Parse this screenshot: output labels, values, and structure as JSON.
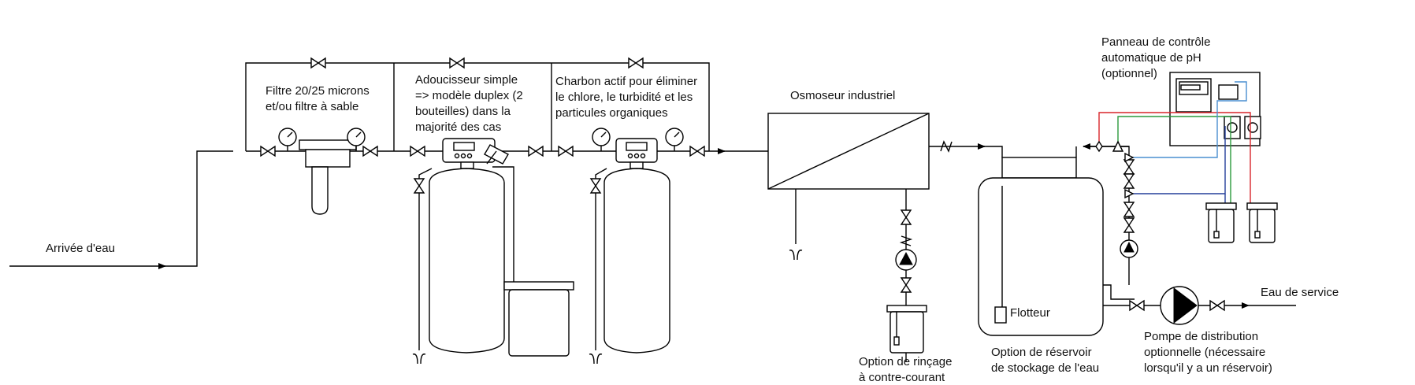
{
  "labels": {
    "water_inlet": "Arrivée d'eau",
    "filter": [
      "Filtre 20/25 microns",
      "et/ou filtre à sable"
    ],
    "softener": [
      "Adoucisseur simple",
      "=> modèle duplex (2",
      "bouteilles) dans la",
      "majorité des cas"
    ],
    "carbon": [
      "Charbon actif pour éliminer",
      "le chlore, le turbidité et les",
      "particules organiques"
    ],
    "ro_unit": "Osmoseur industriel",
    "ph_panel": [
      "Panneau de contrôle",
      "automatique de pH",
      "(optionnel)"
    ],
    "float": "Flotteur",
    "backwash": [
      "Option de rinçage",
      "à contre-courant"
    ],
    "storage": [
      "Option de réservoir",
      "de stockage de l'eau"
    ],
    "pump": [
      "Pompe de distribution",
      "optionnelle (nécessaire",
      "lorsqu'il y a un réservoir)"
    ],
    "service_water": "Eau de service"
  },
  "colors": {
    "red": "#d9252a",
    "green": "#2a9a3c",
    "light_blue": "#4a8fd0",
    "dark_blue": "#243f9a"
  }
}
